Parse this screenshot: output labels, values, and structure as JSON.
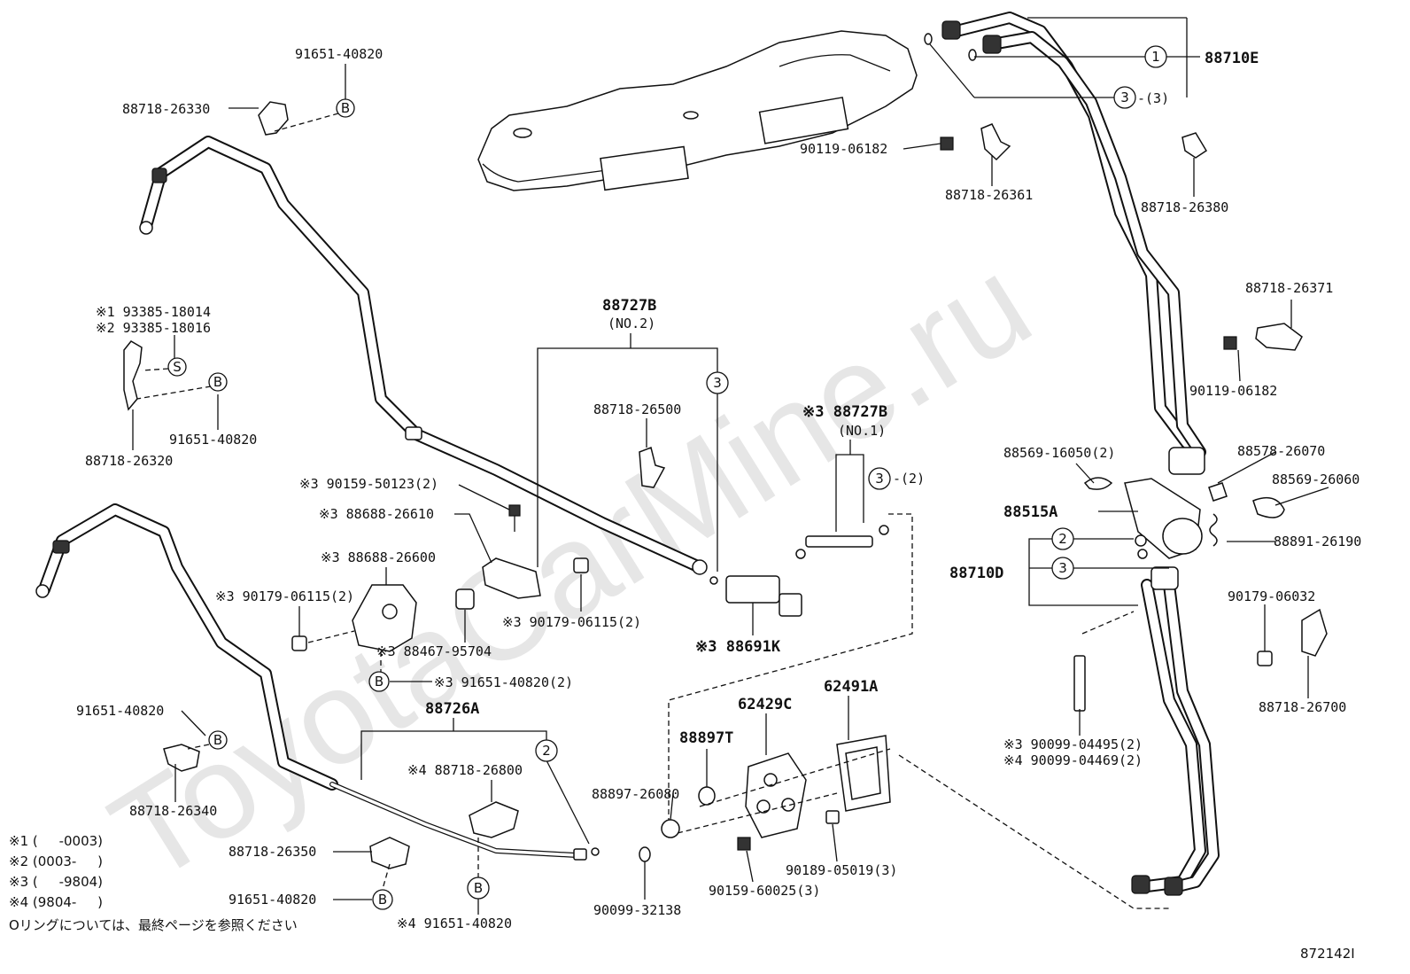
{
  "watermark": "ToyotaCarMine.ru",
  "figure_code": "872142I",
  "notes": {
    "n1": "※1 (     -0003)",
    "n2": "※2 (0003-     )",
    "n3": "※3 (     -9804)",
    "n4": "※4 (9804-     )",
    "oring": "Oリングについては、最終ページを参照ください"
  },
  "callouts": {
    "c1": "1",
    "c2": "2",
    "c3": "3",
    "cB": "B",
    "cS": "S"
  },
  "labels": {
    "l_91651_40820_top": "91651-40820",
    "l_88718_26330": "88718-26330",
    "l_s1_93385_18014": "※1 93385-18014",
    "l_s2_93385_18016": "※2 93385-18016",
    "l_91651_40820_left": "91651-40820",
    "l_88718_26320": "88718-26320",
    "l_88727B_no2": "88727B",
    "l_no2": "(NO.2)",
    "l_88718_26500": "88718-26500",
    "l_s3_90159_50123": "※3 90159-50123(2)",
    "l_s3_88688_26610": "※3 88688-26610",
    "l_s3_88688_26600": "※3 88688-26600",
    "l_s3_90179_06115_a": "※3 90179-06115(2)",
    "l_s3_90179_06115_b": "※3 90179-06115(2)",
    "l_s3_88467_95704": "※3 88467-95704",
    "l_s3_91651_40820": "※3 91651-40820(2)",
    "l_s3_88727B": "※3 88727B",
    "l_no1": "(NO.1)",
    "l_3_2": "-(2)",
    "l_s3_88691K": "※3 88691K",
    "l_88726A": "88726A",
    "l_91651_40820_mid": "91651-40820",
    "l_88718_26340": "88718-26340",
    "l_s4_88718_26800": "※4 88718-26800",
    "l_88718_26350": "88718-26350",
    "l_91651_40820_bot": "91651-40820",
    "l_s4_91651_40820": "※4 91651-40820",
    "l_62429C": "62429C",
    "l_62491A": "62491A",
    "l_88897T": "88897T",
    "l_88897_26080": "88897-26080",
    "l_90159_60025": "90159-60025(3)",
    "l_90189_05019": "90189-05019(3)",
    "l_90099_32138": "90099-32138",
    "l_88710E": "88710E",
    "l_3_3": "-(3)",
    "l_90119_06182_top": "90119-06182",
    "l_88718_26361": "88718-26361",
    "l_88718_26380": "88718-26380",
    "l_88718_26371": "88718-26371",
    "l_90119_06182_right": "90119-06182",
    "l_88569_16050": "88569-16050(2)",
    "l_88578_26070": "88578-26070",
    "l_88569_26060": "88569-26060",
    "l_88515A": "88515A",
    "l_88891_26190": "88891-26190",
    "l_88710D": "88710D",
    "l_90179_06032": "90179-06032",
    "l_88718_26700": "88718-26700",
    "l_s3_90099_04495": "※3 90099-04495(2)",
    "l_s4_90099_04469": "※4 90099-04469(2)"
  }
}
